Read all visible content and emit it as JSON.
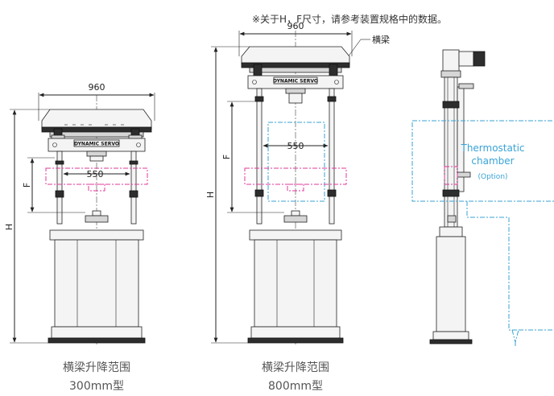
{
  "note": "※关于H，F尺寸，请参考装置规格中的数据。",
  "machine_300": {
    "width_label": "960",
    "inner_label": "550",
    "h_label": "H",
    "f_label": "F",
    "logo": "DYNAMIC SERVO",
    "caption_line1": "横梁升降范围",
    "caption_line2": "300mm型"
  },
  "machine_800": {
    "width_label": "960",
    "inner_label": "550",
    "h_label": "H",
    "f_label": "F",
    "logo": "DYNAMIC SERVO",
    "crossbeam_label": "横梁",
    "caption_line1": "横梁升降范围",
    "caption_line2": "800mm型"
  },
  "side_view": {
    "chamber_title_1": "Thermostatic",
    "chamber_title_2": "chamber",
    "chamber_option": "(Option)"
  },
  "colors": {
    "magenta_dash": "#e0389b",
    "cyan_dash": "#39a3d6",
    "caption_gray": "#555555"
  }
}
